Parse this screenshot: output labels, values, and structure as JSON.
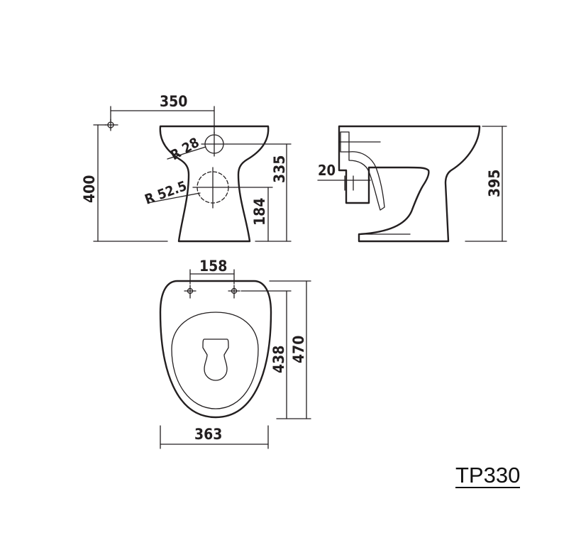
{
  "drawing": {
    "model_code": "TP330",
    "front_view": {
      "width_label": "350",
      "height_label": "400",
      "outlet_height_label": "335",
      "inlet_height_label": "184",
      "radius_small_label": "R 28",
      "radius_large_label": "R 52.5"
    },
    "side_view": {
      "height_label": "395",
      "offset_label": "20"
    },
    "top_view": {
      "fixing_spacing_label": "158",
      "width_label": "363",
      "inner_length_label": "438",
      "overall_length_label": "470"
    },
    "line_color": "#231f20"
  }
}
